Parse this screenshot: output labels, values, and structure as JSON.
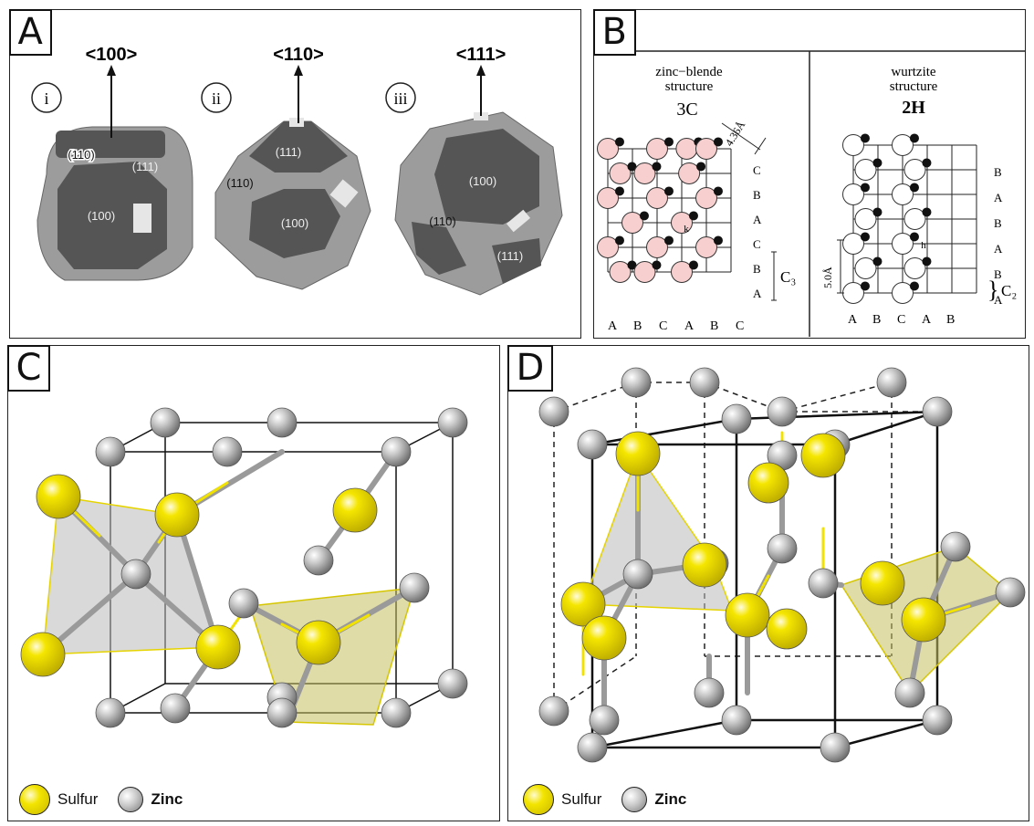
{
  "panels": {
    "a": {
      "letter": "A",
      "crystals": [
        {
          "numeral": "i",
          "direction": "<100>",
          "faces": [
            "(110)",
            "(111)",
            "(100)"
          ]
        },
        {
          "numeral": "ii",
          "direction": "<110>",
          "faces": [
            "(111)",
            "(110)",
            "(100)"
          ]
        },
        {
          "numeral": "iii",
          "direction": "<111>",
          "faces": [
            "(100)",
            "(110)",
            "(111)"
          ]
        }
      ]
    },
    "b": {
      "letter": "B",
      "zincblende": {
        "title_line1": "zinc−blende",
        "title_line2": "structure",
        "code": "3C",
        "spacing": "4.36Å",
        "site_label": "k",
        "stack_labels": [
          "C",
          "B",
          "A",
          "C",
          "B",
          "A"
        ],
        "period_label": "C₃",
        "bottom_labels": [
          "A",
          "B",
          "C",
          "A",
          "B",
          "C"
        ]
      },
      "wurtzite": {
        "title_line1": "wurtzite",
        "title_line2": "structure",
        "code": "2H",
        "spacing": "5.0Å",
        "site_label": "h",
        "stack_labels": [
          "B",
          "A",
          "B",
          "A",
          "B",
          "A"
        ],
        "period_label": "C₂",
        "bottom_labels": [
          "A",
          "B",
          "C",
          "A",
          "B"
        ]
      }
    },
    "c": {
      "letter": "C",
      "legend": {
        "sulfur": "Sulfur",
        "zinc": "Zinc"
      }
    },
    "d": {
      "letter": "D",
      "legend": {
        "sulfur": "Sulfur",
        "zinc": "Zinc"
      }
    }
  },
  "colors": {
    "sulfur": "#f2e200",
    "zinc": "#c4c4c4",
    "pink_atom": "#f7cfcf",
    "dark_face": "#555555",
    "light_face": "#9c9c9c"
  }
}
